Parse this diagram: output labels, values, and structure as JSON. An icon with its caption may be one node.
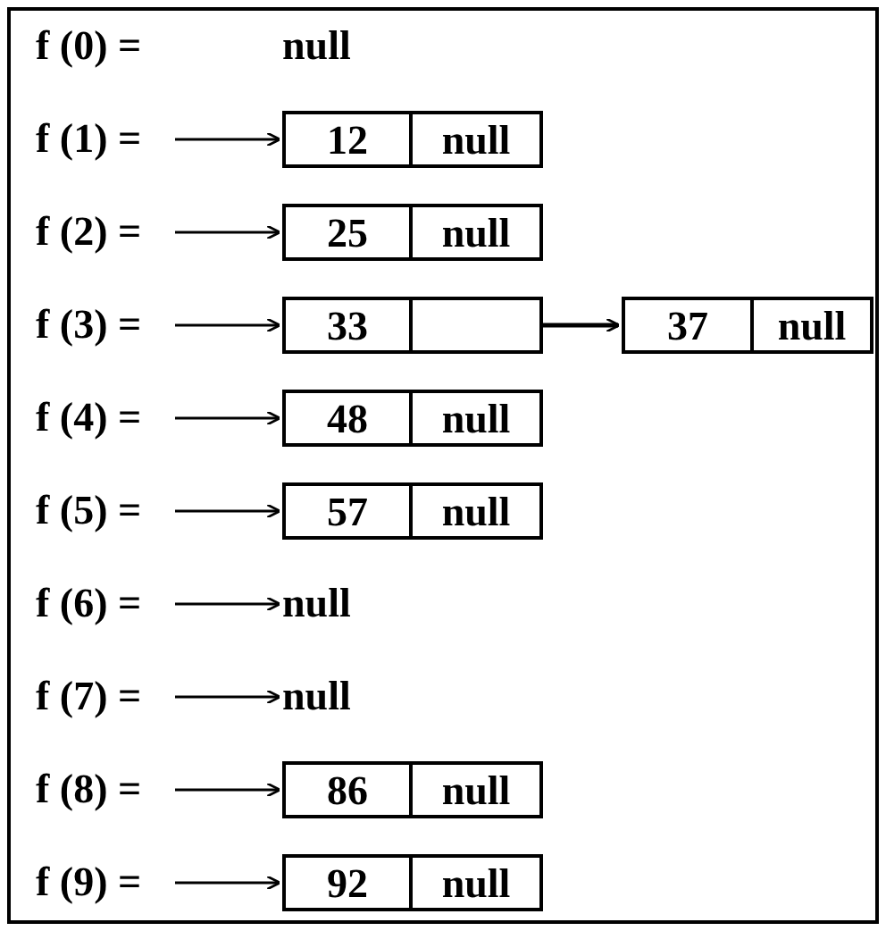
{
  "diagram": {
    "nodes": [
      {
        "text": [
          "f (0) ="
        ]
      },
      {
        "text": [
          "f (1) ="
        ]
      },
      {
        "text": [
          "12",
          "null"
        ]
      },
      {
        "text": [
          "f (2) ="
        ]
      },
      {
        "text": [
          "25",
          "null"
        ]
      },
      {
        "text": [
          "f (3) ="
        ]
      },
      {
        "text": [
          "33"
        ]
      },
      {
        "text": [
          "37",
          "null"
        ]
      },
      {
        "text": [
          "f (4) ="
        ]
      },
      {
        "text": [
          "48",
          "null"
        ]
      },
      {
        "text": [
          "f (5) ="
        ]
      },
      {
        "text": [
          "57",
          "null"
        ]
      },
      {
        "text": [
          "f (6) ="
        ]
      },
      {
        "text": [
          "null"
        ]
      },
      {
        "text": [
          "f (7) ="
        ]
      },
      {
        "text": [
          "null"
        ]
      },
      {
        "text": [
          "f (8) ="
        ]
      },
      {
        "text": [
          "86",
          "null"
        ]
      },
      {
        "text": [
          "f (9) ="
        ]
      },
      {
        "text": [
          "92",
          "null"
        ]
      }
    ],
    "edges": [
      {
        "from": 1,
        "to": 2,
        "arrow": "to"
      },
      {
        "from": 3,
        "to": 4,
        "arrow": "to"
      },
      {
        "from": 5,
        "to": 6,
        "arrow": "to"
      },
      {
        "from": 6,
        "to": 7,
        "arrow": "to"
      },
      {
        "from": 8,
        "to": 9,
        "arrow": "to"
      },
      {
        "from": 10,
        "to": 11,
        "arrow": "to"
      },
      {
        "from": 12,
        "to": 13,
        "arrow": "to"
      },
      {
        "from": 14,
        "to": 15,
        "arrow": "to"
      },
      {
        "from": 16,
        "to": 17,
        "arrow": "to"
      },
      {
        "from": 18,
        "to": 19,
        "arrow": "to"
      }
    ],
    "labels": [
      "null"
    ]
  }
}
